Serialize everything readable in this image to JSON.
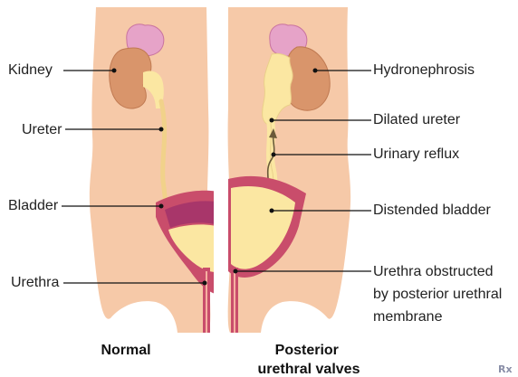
{
  "labels": {
    "left": {
      "kidney": "Kidney",
      "ureter": "Ureter",
      "bladder": "Bladder",
      "urethra": "Urethra"
    },
    "right": {
      "hydronephrosis": "Hydronephrosis",
      "dilated_ureter": "Dilated ureter",
      "urinary_reflux": "Urinary reflux",
      "distended_bladder": "Distended bladder",
      "urethra_obstructed": [
        "Urethra obstructed",
        "by posterior urethral",
        "membrane"
      ]
    }
  },
  "captions": {
    "normal": "Normal",
    "posterior": [
      "Posterior",
      "urethral valves"
    ]
  },
  "watermark": "Rx",
  "colors": {
    "skin": "#f6c9a8",
    "kidney": "#d9956b",
    "adrenal": "#e6a3c8",
    "urine": "#fbe7a2",
    "bladder_wall": "#c94d6b",
    "leader": "#111111"
  }
}
